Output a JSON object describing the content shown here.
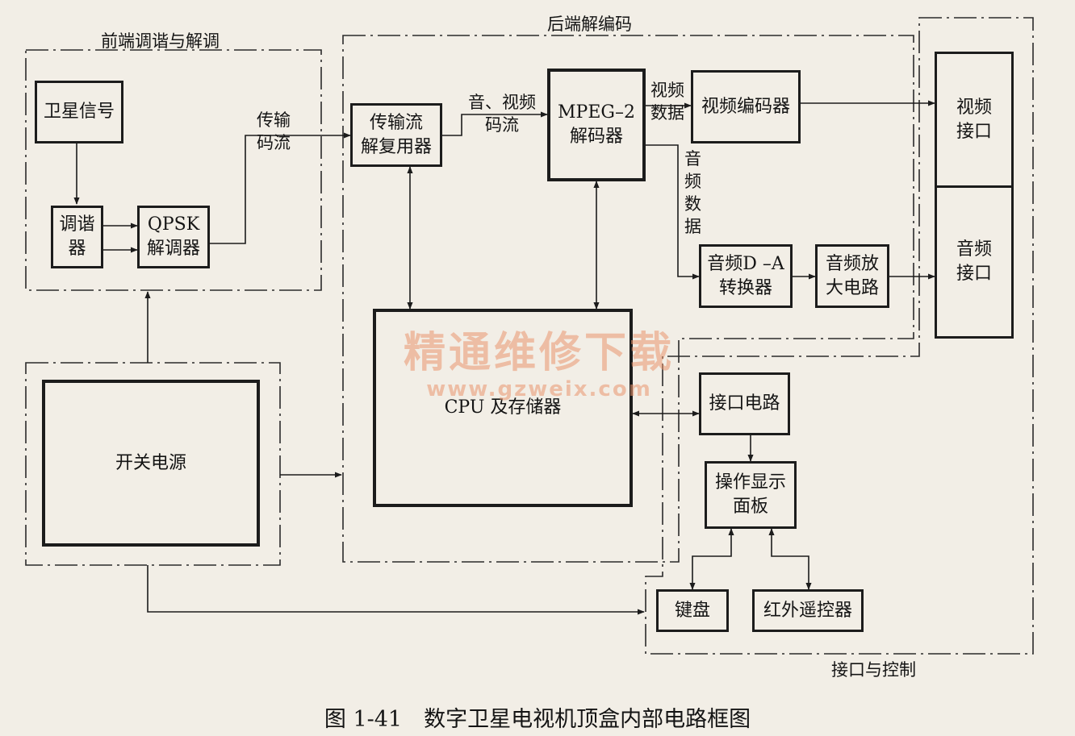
{
  "regions": {
    "frontend": "前端调谐与解调",
    "backend": "后端解编码",
    "interface_control": "接口与控制"
  },
  "blocks": {
    "satellite_signal": "卫星信号",
    "tuner": "调谐\n器",
    "qpsk": "QPSK\n解调器",
    "demux": "传输流\n解复用器",
    "mpeg2": "MPEG–2\n解码器",
    "video_encoder": "视频编码器",
    "video_port": "视频\n接口",
    "audio_port": "音频\n接口",
    "audio_dac": "音频D –A\n转换器",
    "audio_amp": "音频放\n大电路",
    "cpu": "CPU 及存储器",
    "power": "开关电源",
    "interface_circuit": "接口电路",
    "panel": "操作显示\n面板",
    "keyboard": "键盘",
    "ir_remote": "红外遥控器"
  },
  "signals": {
    "transport_stream": "传输\n码流",
    "av_stream": "音、视频\n码流",
    "video_data": "视频\n数据",
    "audio_data": "音\n频\n数\n据"
  },
  "watermark": {
    "title": "精通维修下载",
    "url": "www.gzweix.com"
  },
  "caption": "图 1-41　数字卫星电视机顶盒内部电路框图"
}
